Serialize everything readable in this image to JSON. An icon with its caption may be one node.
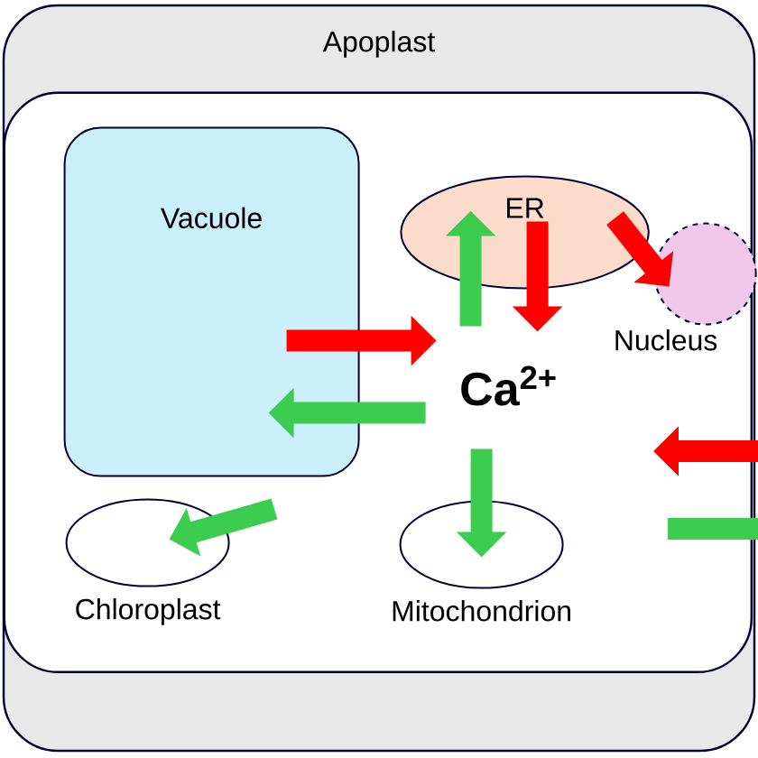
{
  "diagram": {
    "nodes": [
      {
        "text": [
          "Apoplast"
        ]
      },
      {
        "text": [],
        "shape": "box",
        "in": 0
      },
      {
        "text": [
          "Vacuole"
        ],
        "in": 1
      },
      {
        "text": [
          "ER"
        ],
        "in": 1
      },
      {
        "text": [
          "Nucleus"
        ],
        "in": 1
      },
      {
        "text": [
          "Ca$^{2+}$"
        ],
        "in": 1
      },
      {
        "text": [
          "Chloroplast"
        ],
        "in": 1
      },
      {
        "text": [
          "Mitochondrion"
        ],
        "in": 1
      }
    ],
    "edges": [
      {
        "from": 2,
        "to": 5,
        "arrow": "to",
        "color": "#ff0000"
      },
      {
        "from": 5,
        "to": 2,
        "arrow": "to"
      },
      {
        "from": 5,
        "to": 3,
        "arrow": "to"
      },
      {
        "from": 3,
        "to": 5,
        "arrow": "to",
        "color": "#ff0000"
      },
      {
        "from": 3,
        "to": 4,
        "arrow": "to",
        "color": "#ff0000"
      },
      {
        "from": null,
        "to": 6,
        "arrow": "to"
      },
      {
        "from": 5,
        "to": 7,
        "arrow": "to"
      },
      {
        "from": 0,
        "to": null,
        "arrow": "to",
        "color": "#ff0000"
      },
      {
        "from": null,
        "to": 0,
        "arrow": "none"
      }
    ]
  }
}
